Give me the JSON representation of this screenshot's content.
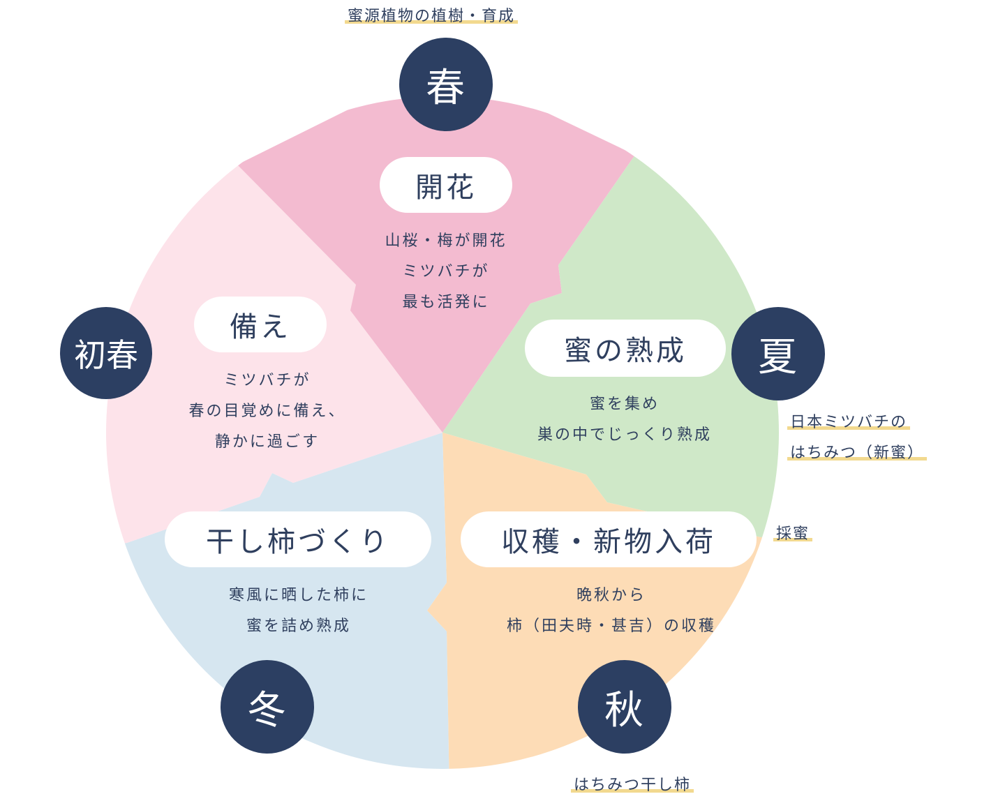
{
  "colors": {
    "spring": "#f3bbd0",
    "summer": "#cfe8c8",
    "autumn": "#fddcb6",
    "winter": "#d6e6f0",
    "early_spring": "#fde3ea",
    "season_badge": "#2c3f62",
    "highlight": "#f2d98f",
    "text": "#2f3f5e"
  },
  "segments": {
    "spring": {
      "title": "開花",
      "lines": [
        "山桜・梅が開花",
        "ミツバチが",
        "最も活発に"
      ]
    },
    "summer": {
      "title": "蜜の熟成",
      "lines": [
        "蜜を集め",
        "巣の中でじっくり熟成"
      ]
    },
    "autumn": {
      "title": "収穫・新物入荷",
      "lines": [
        "晩秋から",
        "柿（田夫時・甚吉）の収穫"
      ]
    },
    "winter": {
      "title": "干し柿づくり",
      "lines": [
        "寒風に晒した柿に",
        "蜜を詰め熟成"
      ]
    },
    "early_spring": {
      "title": "備え",
      "lines": [
        "ミツバチが",
        "春の目覚めに備え、",
        "静かに過ごす"
      ]
    }
  },
  "seasons": {
    "spring": "春",
    "summer": "夏",
    "autumn": "秋",
    "winter": "冬",
    "early_spring": "初春"
  },
  "notes": {
    "spring": [
      "蜜源植物の植樹・育成"
    ],
    "summer": [
      "日本ミツバチの",
      "はちみつ（新蜜）"
    ],
    "harvest": [
      "採蜜"
    ],
    "autumn": [
      "はちみつ干し柿"
    ]
  }
}
